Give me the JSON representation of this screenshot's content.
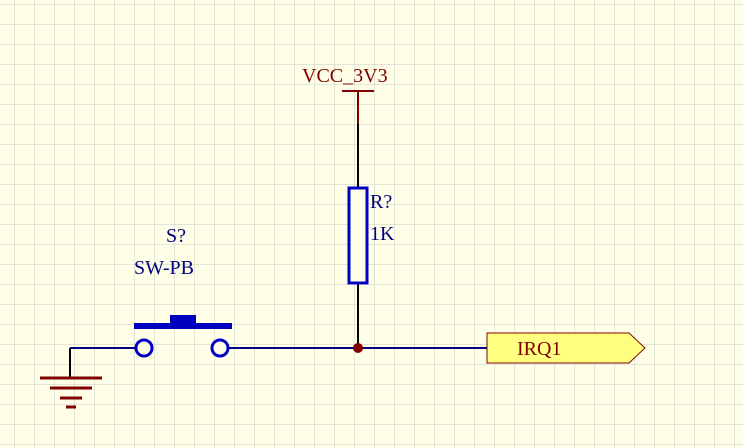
{
  "power_port": {
    "net": "VCC_3V3"
  },
  "resistor": {
    "designator": "R?",
    "value": "1K"
  },
  "switch": {
    "designator": "S?",
    "part": "SW-PB"
  },
  "net_port": {
    "name": "IRQ1"
  },
  "colors": {
    "sheet_background": "#ffffe8",
    "grid_line": "#c8c8c8",
    "wire": "#000080",
    "component_body": "#0000c0",
    "power_symbol": "#800000",
    "junction": "#800000",
    "power_label_text": "#800000",
    "component_label_text": "#000080",
    "port_fill": "#ffff80",
    "port_border": "#800000",
    "port_text": "#800000"
  }
}
